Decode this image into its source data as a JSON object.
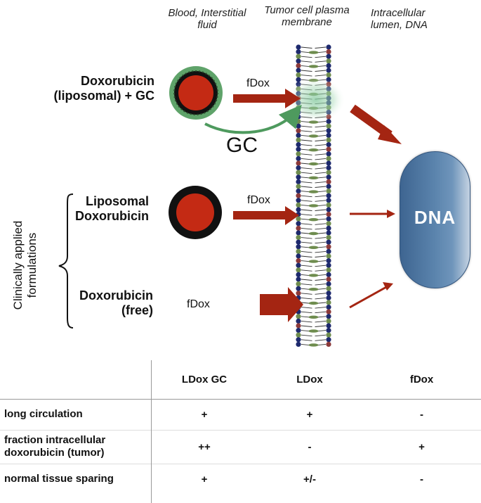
{
  "headers": {
    "blood": "Blood, Interstitial fluid",
    "membrane": "Tumor cell plasma membrane",
    "intracellular": "Intracellular lumen, DNA"
  },
  "rows": {
    "row1_label_line1": "Doxorubicin",
    "row1_label_line2": "(liposomal) +  GC",
    "row2_label_line1": "Liposomal",
    "row2_label_line2": "Doxorubicin",
    "row3_label_line1": "Doxorubicin",
    "row3_label_line2": "(free)"
  },
  "labels": {
    "fdox_1": "fDox",
    "fdox_2": "fDox",
    "fdox_3": "fDox",
    "gc": "GC",
    "dna": "DNA",
    "clinically_line1": "Clinically applied",
    "clinically_line2": "formulations"
  },
  "colors": {
    "arrow_red": "#a42512",
    "liposome_core": "#c42a14",
    "gc_green": "#4e9a5e",
    "lipid_blue": "#1e2a6e",
    "lipid_red": "#8c3a3a",
    "lipid_green": "#6e8c4e",
    "dna_blue": "#4a6f99"
  },
  "table": {
    "columns": [
      "LDox GC",
      "LDox",
      "fDox"
    ],
    "rows": [
      {
        "label": "long circulation",
        "values": [
          "+",
          "+",
          "-"
        ]
      },
      {
        "label": "fraction intracellular doxorubicin (tumor)",
        "values": [
          "++",
          "-",
          "+"
        ]
      },
      {
        "label": "normal tissue sparing",
        "values": [
          "+",
          "+/-",
          "-"
        ]
      }
    ]
  }
}
